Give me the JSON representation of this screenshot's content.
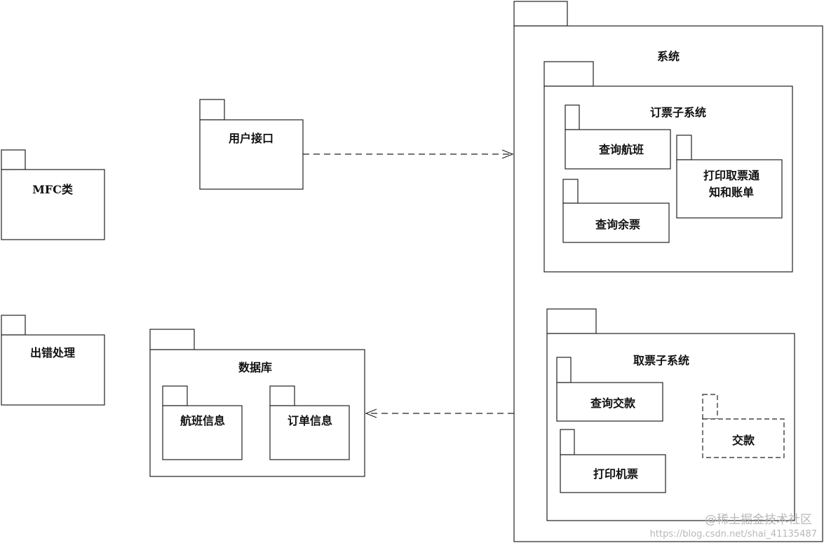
{
  "diagram": {
    "stroke_color": "#222222",
    "background": "#ffffff",
    "packages": {
      "mfc": {
        "label": "MFC类"
      },
      "error_handling": {
        "label": "出错处理"
      },
      "user_interface": {
        "label": "用户接口"
      },
      "database": {
        "label": "数据库",
        "children": {
          "flight_info": {
            "label": "航班信息"
          },
          "order_info": {
            "label": "订单信息"
          }
        }
      },
      "system": {
        "label": "系统",
        "booking_subsystem": {
          "label": "订票子系统",
          "children": {
            "query_flight": {
              "label": "查询航班"
            },
            "query_remaining": {
              "label": "查询余票"
            },
            "print_notice": {
              "label_line1": "打印取票通",
              "label_line2": "知和账单"
            }
          }
        },
        "pickup_subsystem": {
          "label": "取票子系统",
          "children": {
            "query_payment": {
              "label": "查询交款"
            },
            "print_ticket": {
              "label": "打印机票"
            },
            "payment": {
              "label": "交款"
            }
          }
        }
      }
    },
    "dependencies": [
      {
        "from": "用户接口",
        "to": "系统"
      },
      {
        "from": "系统",
        "to": "数据库"
      }
    ]
  },
  "watermark": {
    "brand": "@稀土掘金技术社区",
    "url": "https://blog.csdn.net/shai_41135487"
  }
}
